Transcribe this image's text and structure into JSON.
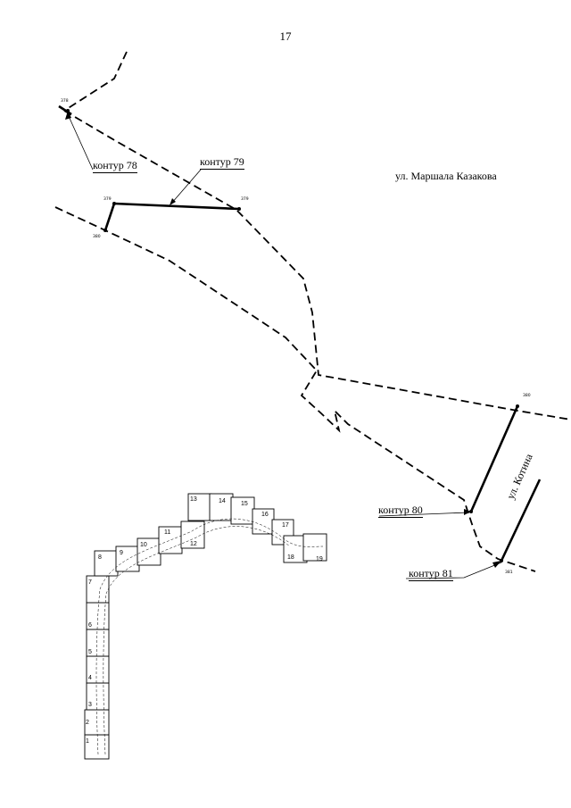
{
  "page_number": "17",
  "streets": {
    "kazakova": "ул. Маршала Казакова",
    "kotina": "ул. Котина"
  },
  "contours": [
    {
      "id": "78",
      "label": "контур 78"
    },
    {
      "id": "79",
      "label": "контур 79"
    },
    {
      "id": "80",
      "label": "контур 80"
    },
    {
      "id": "81",
      "label": "контур 81"
    }
  ],
  "point_labels": [
    "378",
    "379",
    "379",
    "380",
    "380",
    "381"
  ],
  "sheet_index": [
    "1",
    "2",
    "3",
    "4",
    "5",
    "6",
    "7",
    "8",
    "9",
    "10",
    "11",
    "12",
    "13",
    "14",
    "15",
    "16",
    "17",
    "18",
    "19"
  ]
}
